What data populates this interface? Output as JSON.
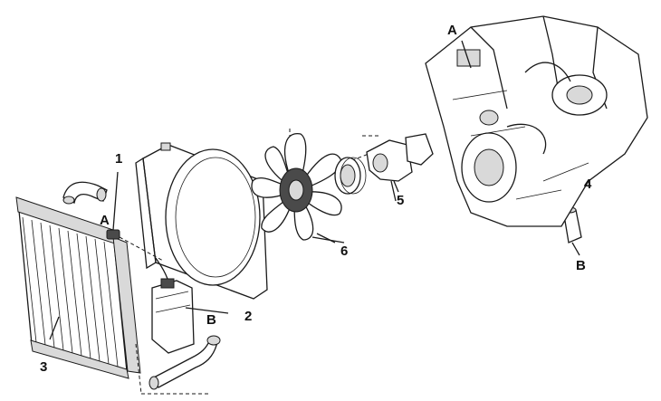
{
  "labels": {
    "part_1": "1",
    "part_2": "2",
    "part_3": "3",
    "part_4": "4",
    "part_5": "5",
    "part_6": "6",
    "conn_a_radiator": "A",
    "conn_a_engine": "A",
    "conn_b_hose": "B",
    "conn_b_engine": "B"
  }
}
